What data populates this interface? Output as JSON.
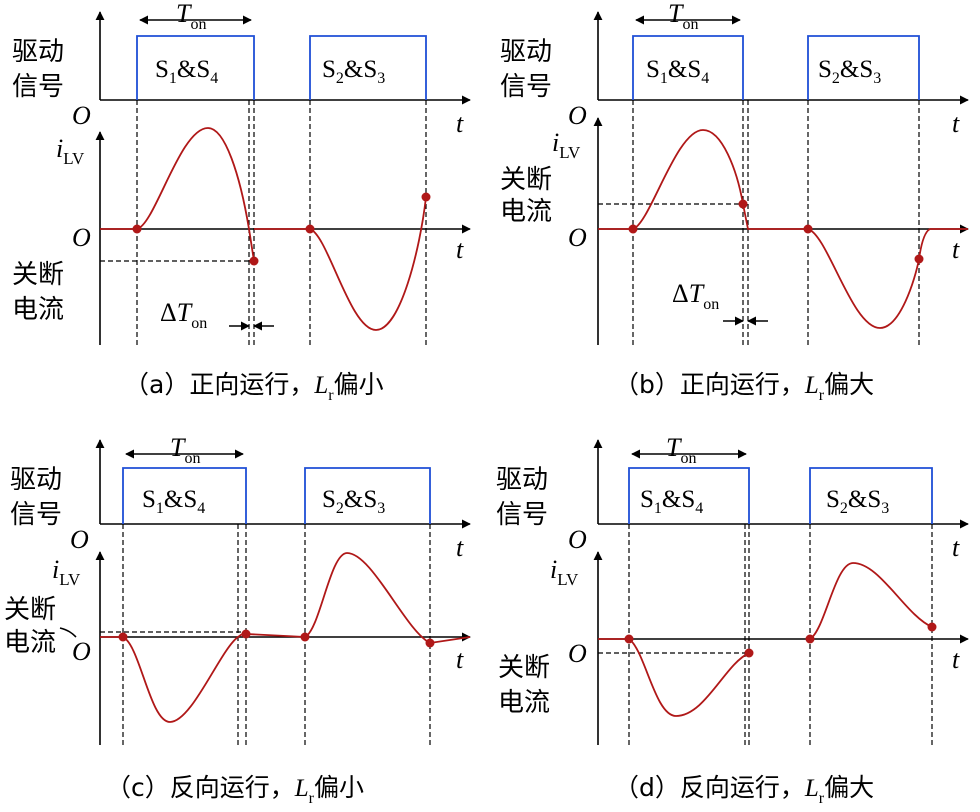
{
  "labels": {
    "drive_l1": "驱动",
    "drive_l2": "信号",
    "origin": "O",
    "t": "t",
    "i_main": "i",
    "i_sub": "LV",
    "t_main": "T",
    "t_sub": "on",
    "delta": "Δ",
    "pulse1_a": "S",
    "pulse1_s1": "1",
    "pulse1_amp": "&S",
    "pulse1_s2": "4",
    "pulse2_a": "S",
    "pulse2_s1": "2",
    "pulse2_amp": "&S",
    "pulse2_s2": "3",
    "turnoff_l1": "关断",
    "turnoff_l2": "电流"
  },
  "panels": [
    {
      "id": "a",
      "caption_pre": "（a）正向运行，",
      "caption_L": "L",
      "caption_sub": "r",
      "caption_post": "偏小"
    },
    {
      "id": "b",
      "caption_pre": "（b）正向运行，",
      "caption_L": "L",
      "caption_sub": "r",
      "caption_post": "偏大"
    },
    {
      "id": "c",
      "caption_pre": "（c）反向运行，",
      "caption_L": "L",
      "caption_sub": "r",
      "caption_post": "偏小"
    },
    {
      "id": "d",
      "caption_pre": "（d）反向运行，",
      "caption_L": "L",
      "caption_sub": "r",
      "caption_post": "偏大"
    }
  ]
}
